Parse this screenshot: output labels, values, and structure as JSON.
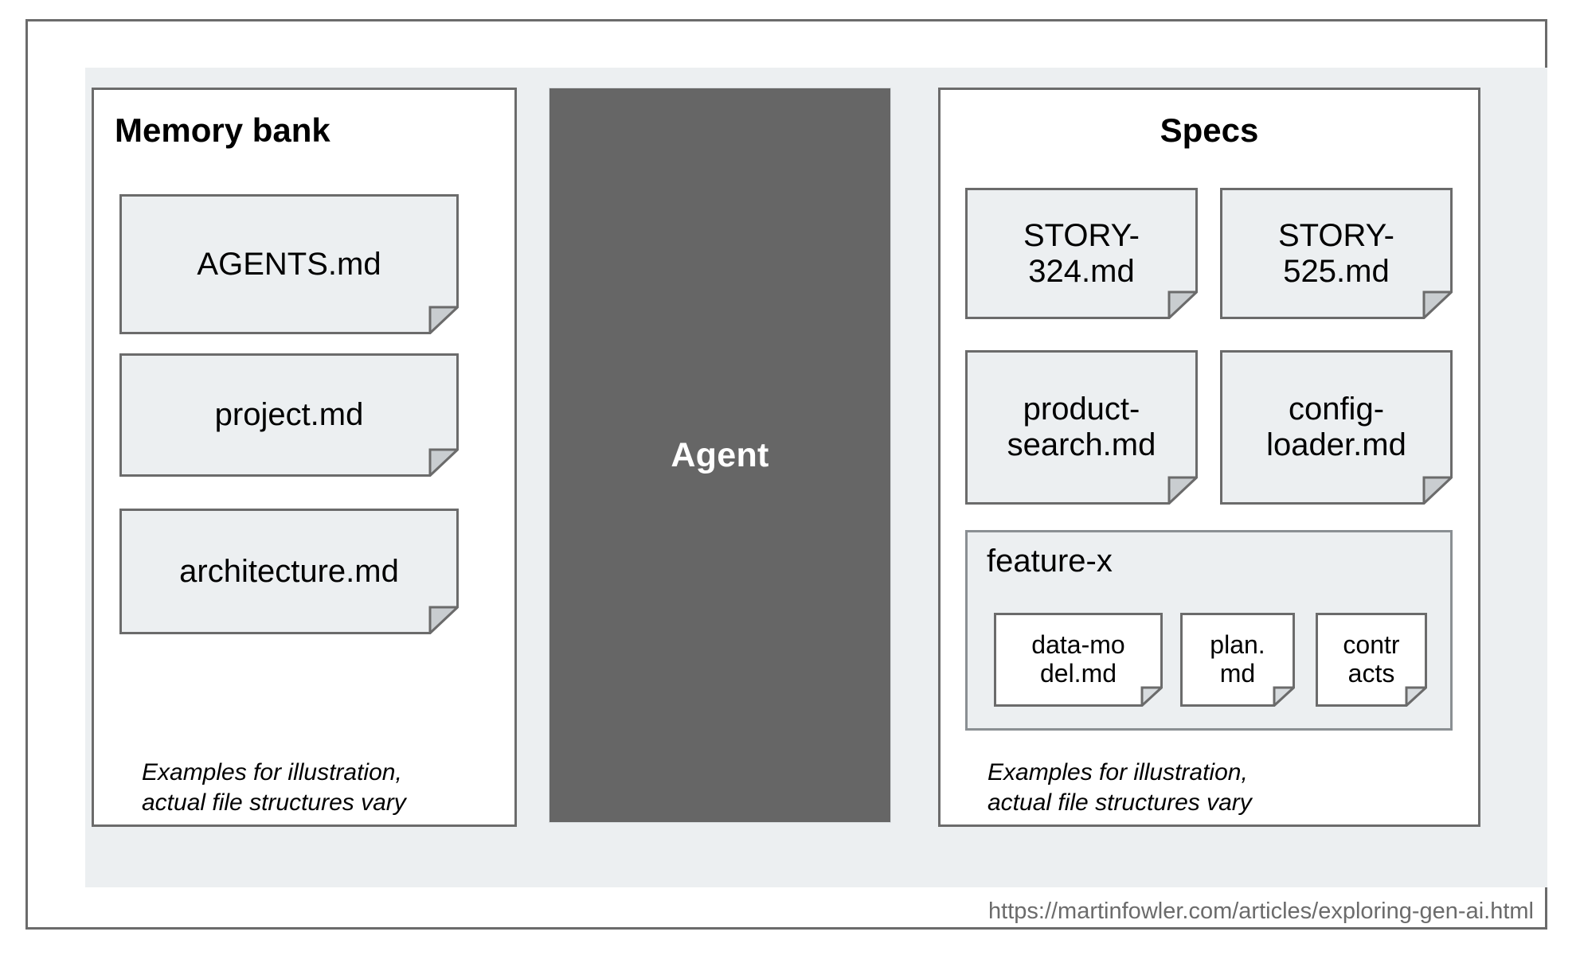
{
  "diagram": {
    "colors": {
      "backdrop": "#eceff1",
      "frame_border": "#6b6b6b",
      "agent_fill": "#666666",
      "agent_text": "#ffffff",
      "doc_fill_light": "#eceff1",
      "doc_fill_white": "#ffffff",
      "doc_border": "#6b6b6b",
      "fold_fill": "#c9cdd0",
      "url_text": "#6b6b6b"
    },
    "columns": {
      "memory_bank": {
        "title": "Memory bank",
        "documents": [
          {
            "label": "AGENTS.md",
            "icon": "document-icon"
          },
          {
            "label": "project.md",
            "icon": "document-icon"
          },
          {
            "label": "architecture.md",
            "icon": "document-icon"
          }
        ],
        "footnote": "Examples for illustration,\nactual file structures vary"
      },
      "agent": {
        "label": "Agent"
      },
      "specs": {
        "title": "Specs",
        "documents": [
          {
            "label": "STORY-\n324.md",
            "icon": "document-icon"
          },
          {
            "label": "STORY-\n525.md",
            "icon": "document-icon"
          },
          {
            "label": "product-\nsearch.md",
            "icon": "document-icon"
          },
          {
            "label": "config-\nloader.md",
            "icon": "document-icon"
          }
        ],
        "feature_group": {
          "title": "feature-x",
          "documents": [
            {
              "label": "data-mo\ndel.md",
              "icon": "document-icon"
            },
            {
              "label": "plan.\nmd",
              "icon": "document-icon"
            },
            {
              "label": "contr\nacts",
              "icon": "document-icon"
            }
          ]
        },
        "footnote": "Examples for illustration,\nactual file structures vary"
      }
    },
    "source_url": "https://martinfowler.com/articles/exploring-gen-ai.html"
  }
}
